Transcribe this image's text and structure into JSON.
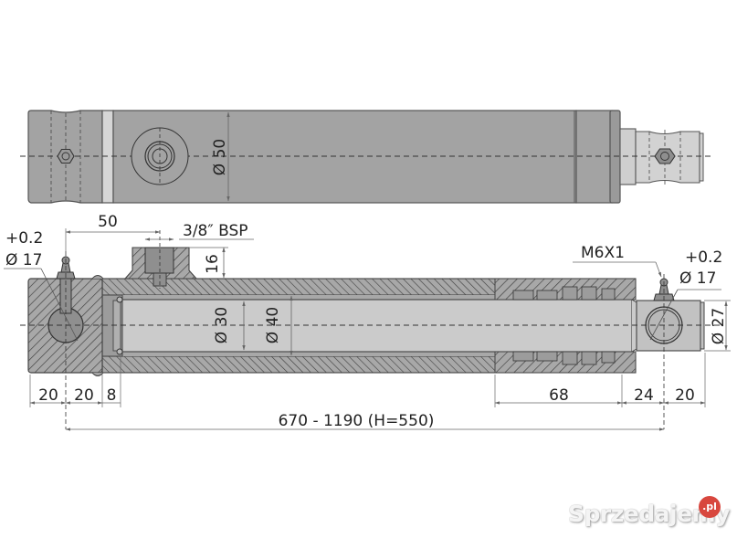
{
  "drawing": {
    "title": "Hydraulic cylinder technical drawing",
    "colors": {
      "body": "#a3a3a3",
      "body_light": "#d4d4d4",
      "rod": "#c8c8c8",
      "outline": "#555555",
      "hatch": "#444444",
      "dim_line": "#777777",
      "text": "#222222"
    },
    "top_view": {
      "diameter_label": "Ø 50"
    },
    "section_view": {
      "left_pin_tolerance": "+0.2",
      "left_pin_diameter": "Ø 17",
      "port_offset": "50",
      "port_thread": "3/8″ BSP",
      "port_height": "16",
      "rod_diameter": "Ø 30",
      "bore_diameter": "Ø 40",
      "grease_nipple_thread": "M6X1",
      "right_pin_tolerance": "+0.2",
      "right_pin_diameter": "Ø 17",
      "rod_eye_diameter": "Ø 27"
    },
    "bottom_dimensions": {
      "d1": "20",
      "d2": "20",
      "d3": "8",
      "d4": "68",
      "d5": "24",
      "d6": "20",
      "overall": "670 - 1190 (H=550)"
    }
  },
  "watermark": {
    "text": "Sprzedajemy",
    "badge": ".pl",
    "badge_color": "#d8473e"
  }
}
